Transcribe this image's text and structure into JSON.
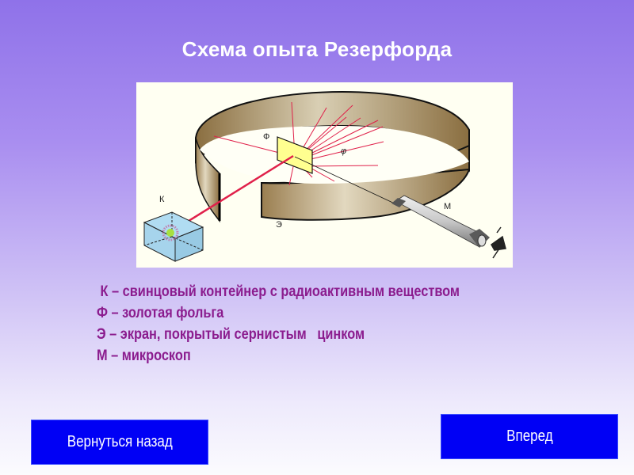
{
  "slide": {
    "title": "Схема опыта Резерфорда"
  },
  "diagram": {
    "labels": {
      "container": "К",
      "foil": "Ф",
      "foil_angle": "φ",
      "screen": "Э",
      "microscope": "М"
    }
  },
  "legend": {
    "items": [
      " К – свинцовый контейнер с радиоактивным веществом",
      "Ф – золотая фольга",
      "Э – экран, покрытый сернистым   цинком",
      "М – микроскоп"
    ]
  },
  "navigation": {
    "back_label": "Вернуться назад",
    "forward_label": "Вперед"
  },
  "colors": {
    "title": "#ffffff",
    "legend_text": "#8b1c8e",
    "button_bg": "#0000f5",
    "ray": "#e0204a",
    "screen_band": "#a08860",
    "foil": "#ffff90"
  }
}
